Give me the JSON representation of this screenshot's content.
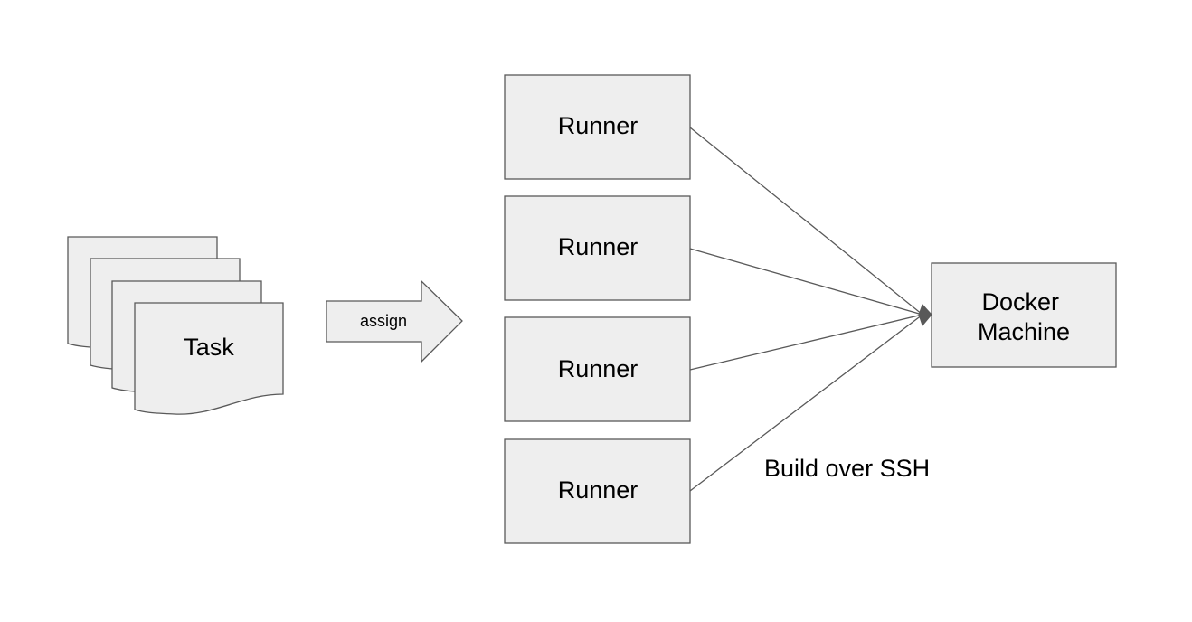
{
  "task_stack": {
    "label": "Task"
  },
  "assign_arrow": {
    "label": "assign"
  },
  "runners": [
    {
      "label": "Runner"
    },
    {
      "label": "Runner"
    },
    {
      "label": "Runner"
    },
    {
      "label": "Runner"
    }
  ],
  "docker_machine": {
    "line1": "Docker",
    "line2": "Machine"
  },
  "connection": {
    "label": "Build over SSH"
  },
  "colors": {
    "shape_fill": "#eeeeee",
    "stroke": "#595959",
    "text": "#000000",
    "background": "#ffffff"
  }
}
